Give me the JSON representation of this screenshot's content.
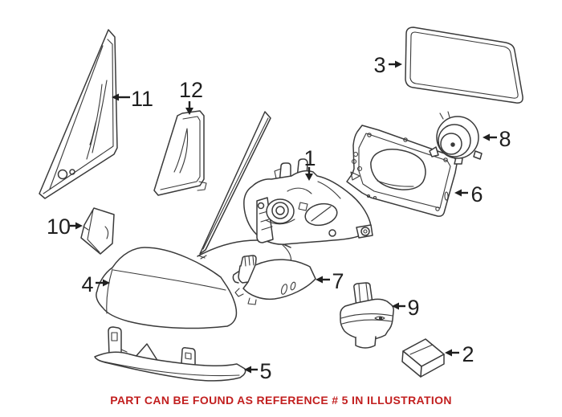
{
  "illustration": {
    "type": "exploded-parts-diagram",
    "subject": "side-mirror-assembly",
    "callouts": [
      {
        "number": "1"
      },
      {
        "number": "2"
      },
      {
        "number": "3"
      },
      {
        "number": "4"
      },
      {
        "number": "5"
      },
      {
        "number": "6"
      },
      {
        "number": "7"
      },
      {
        "number": "8"
      },
      {
        "number": "9"
      },
      {
        "number": "10"
      },
      {
        "number": "11"
      },
      {
        "number": "12"
      }
    ]
  },
  "caption": {
    "text": "PART CAN BE FOUND AS REFERENCE # 5 IN ILLUSTRATION"
  },
  "colors": {
    "background": "#ffffff",
    "line_art": "#3a3a3a",
    "label_text": "#1f1f1f",
    "caption_red": "#c21f1f"
  }
}
